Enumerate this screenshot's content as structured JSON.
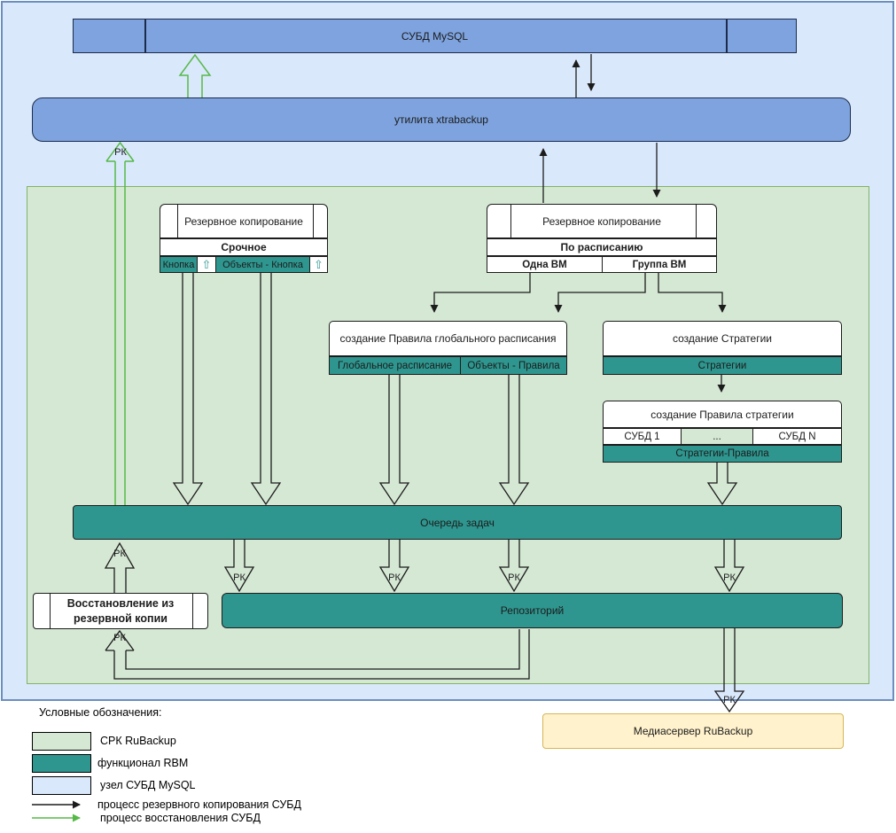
{
  "labels": {
    "rk": "РК"
  },
  "colors": {
    "outer_bg": "#dae8fc",
    "outer_border": "#6c8ebf",
    "node_blue": "#7ea3de",
    "node_blue_border": "#1c2b4a",
    "green_area": "#d5e8d4",
    "green_area_border": "#82b366",
    "teal": "#2e968f",
    "yellow": "#fff2cc",
    "yellow_border": "#d6b656",
    "arrow_black": "#1c1c1c",
    "arrow_green": "#56b947"
  },
  "nodes": {
    "mysql": "СУБД MySQL",
    "xtrabackup": "утилита xtrabackup",
    "urgent": {
      "title": "Резервное копирование",
      "mode": "Срочное",
      "cell1": "Кнопка",
      "cell2": "Объекты - Кнопка",
      "icon": "⇧"
    },
    "scheduled": {
      "title": "Резервное копирование",
      "mode": "По расписанию",
      "cell1": "Одна ВМ",
      "cell2": "Группа ВМ"
    },
    "global_rule": {
      "title": "создание Правила глобального расписания",
      "cell1": "Глобальное расписание",
      "cell2": "Объекты - Правила"
    },
    "strategy": {
      "title": "создание Стратегии",
      "bar": "Стратегии"
    },
    "strategy_rule": {
      "title": "создание Правила стратегии",
      "cell1": "СУБД 1",
      "cell2": "...",
      "cell3": "СУБД N",
      "bar": "Стратегии-Правила"
    },
    "queue": "Очередь задач",
    "repository": "Репозиторий",
    "restore": "Восстановление из резервной копии",
    "mediaserver": "Медиасервер RuBackup"
  },
  "legend": {
    "title": "Условные обозначения:",
    "items": [
      {
        "label": "СРК RuBackup"
      },
      {
        "label": "функционал RBM"
      },
      {
        "label": "узел СУБД MySQL"
      },
      {
        "label": "процесс резервного копирования СУБД"
      },
      {
        "label": "процесс восстановления СУБД"
      }
    ]
  }
}
